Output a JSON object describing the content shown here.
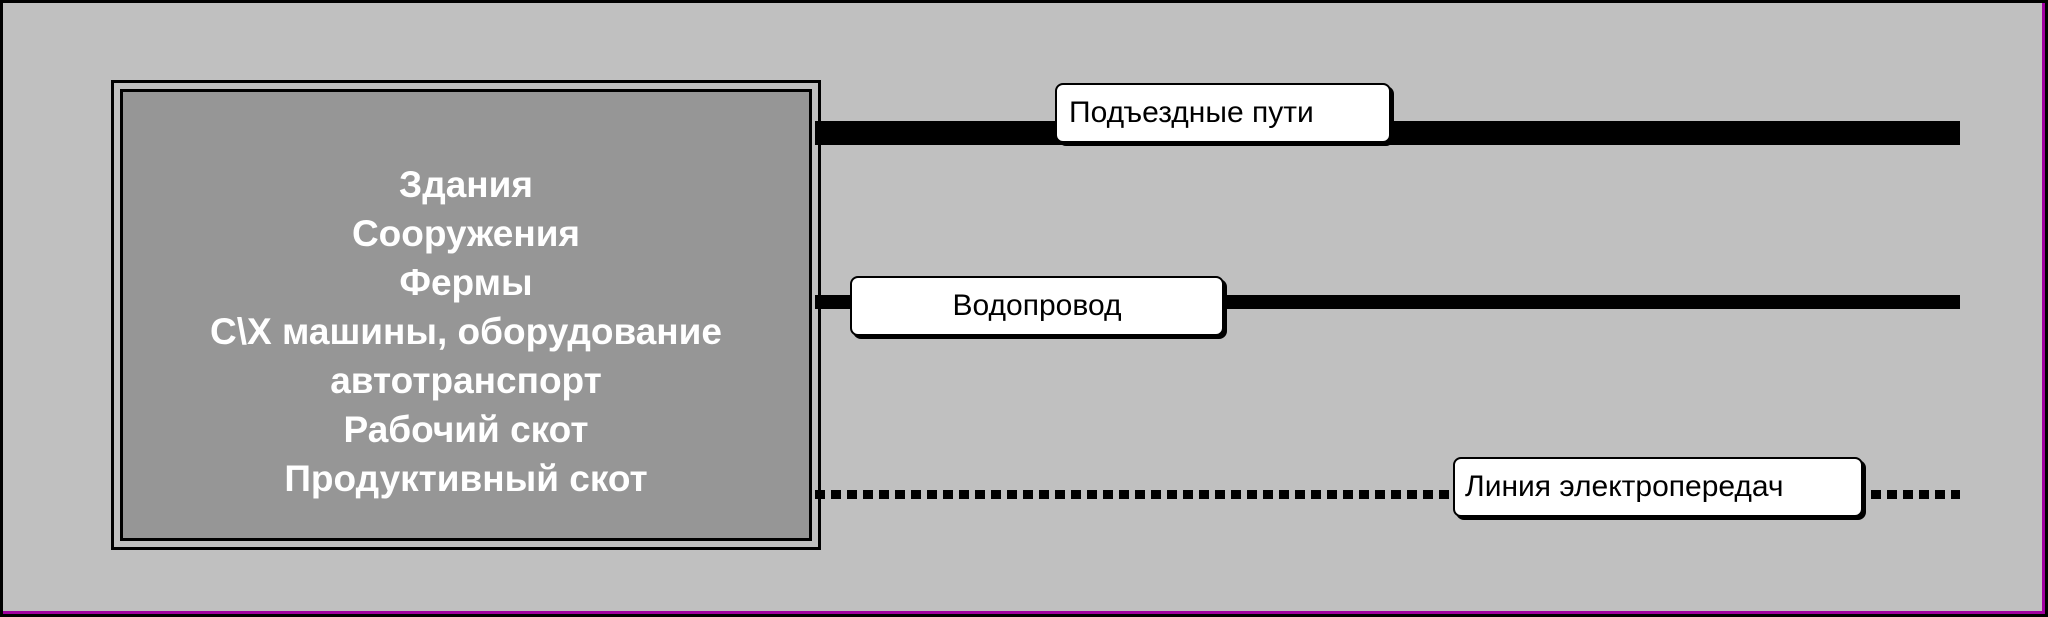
{
  "main_box": {
    "lines": [
      "Здания",
      "Сооружения",
      "Фермы",
      "С\\Х машины, оборудование",
      "автотранспорт",
      "Рабочий скот",
      "Продуктивный скот"
    ]
  },
  "connections": {
    "roads": {
      "label": "Подъездные пути"
    },
    "water": {
      "label": "Водопровод"
    },
    "power": {
      "label": "Линия электропередач"
    }
  },
  "colors": {
    "background": "#c0c0c0",
    "box_fill": "#969696",
    "box_text": "#ffffff",
    "lines": "#000000",
    "frame_accent": "#a000a0"
  }
}
